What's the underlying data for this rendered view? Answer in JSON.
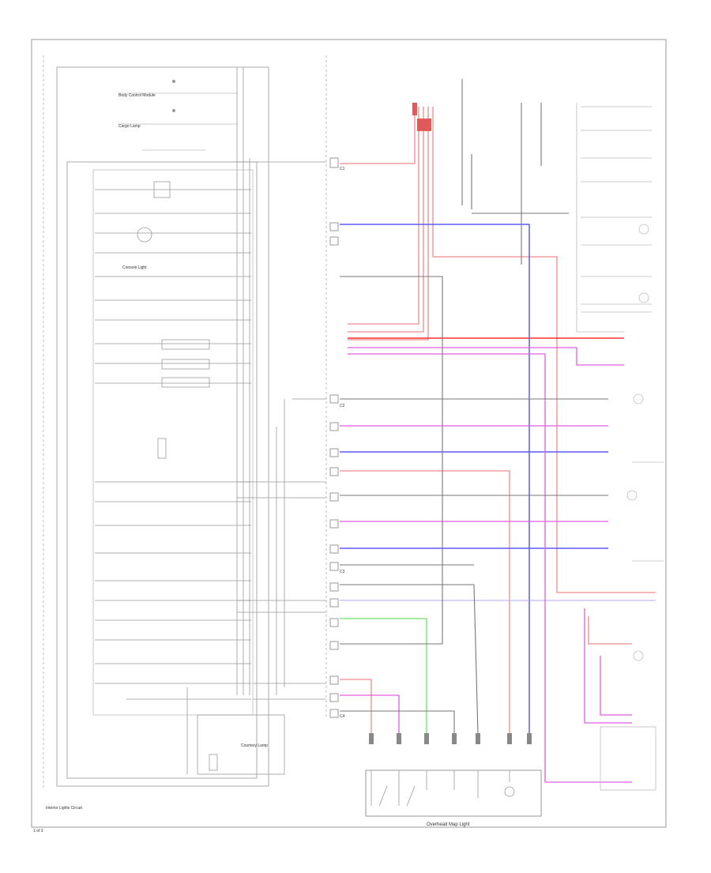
{
  "diagram": {
    "page_number": "1 of 3",
    "bottom_left_note": "Interior Lights Circuit",
    "bottom_label": "Overhead Map Light",
    "module_labels": [
      "Body Control Module",
      "Cargo Lamp",
      "Console Light",
      "Courtesy Lamp"
    ],
    "connector_labels": [
      "C1",
      "C2",
      "C3",
      "C4"
    ]
  }
}
